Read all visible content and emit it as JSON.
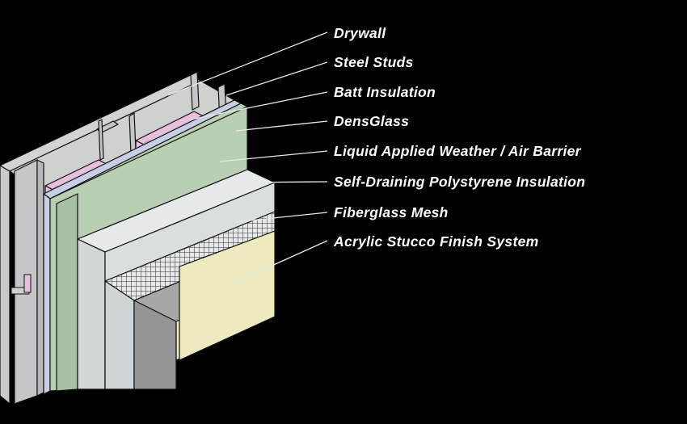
{
  "labels": [
    "Drywall",
    "Steel Studs",
    "Batt Insulation",
    "DensGlass",
    "Liquid Applied Weather / Air Barrier",
    "Self-Draining Polystyrene Insulation",
    "Fiberglass Mesh",
    "Acrylic Stucco Finish System"
  ],
  "colors": {
    "background": "#000000",
    "drywall": "#d2d4d2",
    "steel_studs": "#c4c6c8",
    "batt_insulation": "#e9bfe0",
    "densglass": "#c7cfe6",
    "air_barrier": "#b9cfb3",
    "polystyrene": "#d9dee0",
    "fiberglass_mesh": "#e6e8e9",
    "base_coat": "#a7a7a7",
    "stucco_finish": "#ecebbf",
    "label_text": "#ffffff"
  }
}
